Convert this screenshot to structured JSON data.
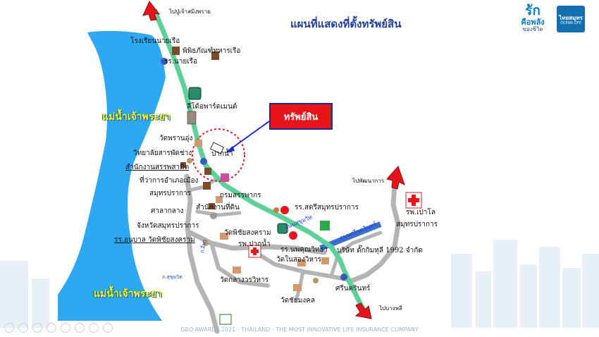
{
  "title": "แผนที่แสดงที่ตั้งทรัพย์สิน",
  "logo": {
    "line1": "รัก",
    "line2": "คือพลัง",
    "line3": "ของชีวิต",
    "brand": "ไทยสมุทร",
    "brand_en": "OCEAN LIFE"
  },
  "callout": "ทรัพย์สิน",
  "rivers": [
    "แม่น้ำเจ้าพระยา",
    "แม่น้ำเจ้าพระยา"
  ],
  "directions": {
    "north": "ไปปู่เจ้าสมิงพราย",
    "east": "ไปพัฒนาการ",
    "south": "ไปบางพลี"
  },
  "roads": {
    "sukhumvit_a": "ถนนสุขุมวิท",
    "sukhumvit_b": "ถนนศรีนครินทร์",
    "small_a": "ถ.สุขุมวิท",
    "small_b": "ถ.อื่นๆ"
  },
  "places": [
    "โรงเรียนนายเรือ",
    "พิพิธภัณฑ์ทหารเรือ",
    "รร.นายเรือ",
    "ลีโด้อพาร์ตเมนต์",
    "วัดพรานอุ่ง",
    "วิทยาลัยสารพัดช่าง",
    "ปากน้ำ",
    "สำนักงานสรรพสามิต",
    "ที่ว่าการอำเภอเมือง",
    "สมุทรปราการ",
    "กรมสรรพากร",
    "สำนักงานที่ดิน",
    "ศาลากลาง",
    "จังหวัดสมุทรปราการ",
    "รร.อนุบาล วัดพิชัยสงคราม",
    "วัดพิชัยสงคราม",
    "รพ.ปากน้ำ",
    "รร.สตรีสมุทรปราการ",
    "รร.นพคุณวิทยา",
    "วัดในสองวิหาร",
    "บริษัท ดั๊กกิมทุลี 1992 จำกัด",
    "รพ.เปาโล",
    "สมุทรปราการ",
    "วัดกลางวรวิหาร",
    "ศรีนครินทร์",
    "วัดชัยมงคล"
  ],
  "footer": "GBO AWARDS 2021 - THAILAND - THE MOST INNOVATIVE LIFE INSURANCE COMPANY",
  "colors": {
    "river": "#2fa8f2",
    "main_road": "#5fd09a",
    "road": "#b4b4b4",
    "title": "#1f3f9a",
    "callout_bg": "#e8141c",
    "callout_border": "#1a2a9a",
    "arrow": "#e8141c",
    "river_label": "#ffff00"
  }
}
